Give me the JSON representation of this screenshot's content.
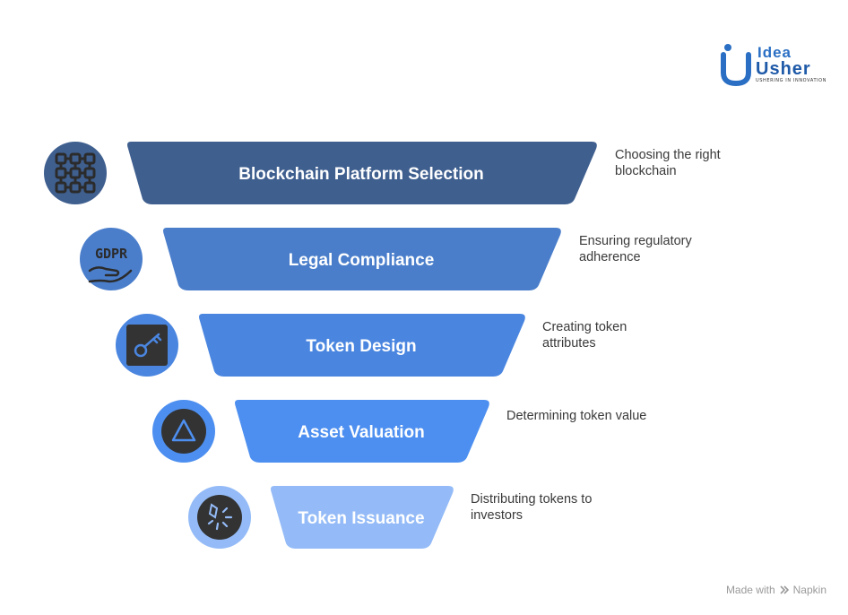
{
  "logo": {
    "line1": "Idea",
    "line2": "Usher",
    "tagline": "USHERING IN INNOVATION",
    "brand_color": "#2a6fc4"
  },
  "stages": [
    {
      "label": "Blockchain Platform Selection",
      "description": "Choosing the right\nblockchain",
      "color": "#3f5f8f",
      "icon": "blockchain-network-icon"
    },
    {
      "label": "Legal Compliance",
      "description": "Ensuring regulatory\nadherence",
      "color": "#4a7ecb",
      "icon": "gdpr-hand-icon"
    },
    {
      "label": "Token Design",
      "description": "Creating token\nattributes",
      "color": "#4a86e0",
      "icon": "key-icon"
    },
    {
      "label": "Asset Valuation",
      "description": "Determining token value",
      "color": "#4d8ff0",
      "icon": "triangle-icon"
    },
    {
      "label": "Token Issuance",
      "description": "Distributing tokens to\ninvestors",
      "color": "#94bbf7",
      "icon": "token-spark-icon"
    }
  ],
  "footer": {
    "made_with": "Made with",
    "brand": "Napkin"
  }
}
